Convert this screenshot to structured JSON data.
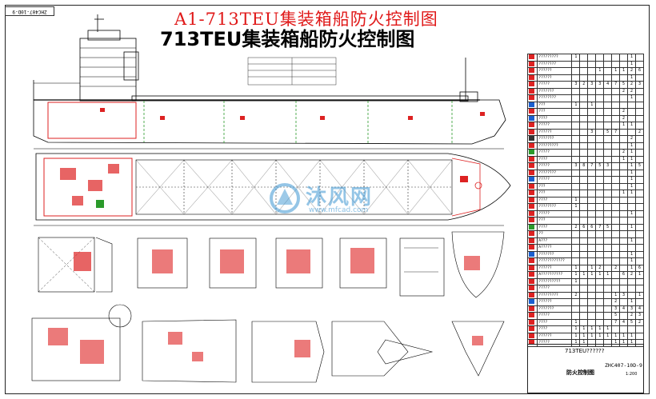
{
  "title_red": "A1-713TEU集装箱船防火控制图",
  "title_black": "713TEU集装箱船防火控制图",
  "stamp_text": "ZHC407-10D-9",
  "watermark": {
    "text": "沐风网",
    "url": "www.mfcad.com"
  },
  "title_block": {
    "project": "713TEU??????",
    "drawing_name": "防火控制图",
    "code": "ZHC407-10D-9",
    "scale": "1:200"
  },
  "legend_rows": [
    {
      "icon": "r",
      "name": "?????????",
      "c": [
        "1",
        "",
        "",
        "",
        "",
        "",
        "",
        "1",
        ""
      ]
    },
    {
      "icon": "r",
      "name": "????????",
      "c": [
        "",
        "",
        "",
        "",
        "",
        "",
        "",
        "1",
        ""
      ]
    },
    {
      "icon": "r",
      "name": "??????",
      "c": [
        "",
        "",
        "",
        "1",
        "",
        "1",
        "1",
        "2",
        "6"
      ]
    },
    {
      "icon": "r",
      "name": "??????",
      "c": [
        "",
        "",
        "",
        "",
        "",
        "",
        "",
        "1",
        ""
      ]
    },
    {
      "icon": "r",
      "name": "?????",
      "c": [
        "3",
        "2",
        "3",
        "3",
        "4",
        "7",
        "5",
        "2",
        "3"
      ]
    },
    {
      "icon": "r",
      "name": "???????",
      "c": [
        "",
        "",
        "",
        "",
        "",
        "",
        "2",
        "2",
        ""
      ]
    },
    {
      "icon": "r",
      "name": "????????",
      "c": [
        "",
        "",
        "",
        "",
        "",
        "",
        "",
        "1",
        ""
      ]
    },
    {
      "icon": "b",
      "name": "???",
      "c": [
        "1",
        "",
        "1",
        "",
        "",
        "",
        "",
        "",
        ""
      ]
    },
    {
      "icon": "r",
      "name": "???",
      "c": [
        "",
        "",
        "",
        "",
        "",
        "",
        "2",
        "",
        ""
      ]
    },
    {
      "icon": "b",
      "name": "????",
      "c": [
        "",
        "",
        "",
        "",
        "",
        "",
        "2",
        "",
        ""
      ]
    },
    {
      "icon": "r",
      "name": "?????",
      "c": [
        "",
        "",
        "",
        "",
        "",
        "",
        "1",
        "1",
        ""
      ]
    },
    {
      "icon": "r",
      "name": "??????",
      "c": [
        "",
        "",
        "3",
        "",
        "5",
        "7",
        "",
        "",
        "2"
      ]
    },
    {
      "icon": "k",
      "name": "???????",
      "c": [
        "",
        "",
        "",
        "",
        "",
        "",
        "",
        "2",
        ""
      ]
    },
    {
      "icon": "r",
      "name": "?????????",
      "c": [
        "",
        "",
        "",
        "",
        "",
        "",
        "",
        "1",
        ""
      ]
    },
    {
      "icon": "g",
      "name": "?????",
      "c": [
        "",
        "",
        "",
        "",
        "",
        "",
        "2",
        "1",
        ""
      ]
    },
    {
      "icon": "r",
      "name": "????",
      "c": [
        "",
        "",
        "",
        "",
        "",
        "",
        "1",
        "1",
        ""
      ]
    },
    {
      "icon": "r",
      "name": "?????",
      "c": [
        "3",
        "8",
        "7",
        "5",
        "3",
        "",
        "",
        "1",
        "5"
      ]
    },
    {
      "icon": "r",
      "name": "????????",
      "c": [
        "",
        "",
        "",
        "",
        "",
        "",
        "",
        "1",
        ""
      ]
    },
    {
      "icon": "b",
      "name": "?????",
      "c": [
        "",
        "",
        "",
        "",
        "",
        "",
        "",
        "1",
        ""
      ]
    },
    {
      "icon": "r",
      "name": "???",
      "c": [
        "",
        "",
        "",
        "",
        "",
        "",
        "",
        "1",
        ""
      ]
    },
    {
      "icon": "r",
      "name": "???",
      "c": [
        "",
        "",
        "",
        "",
        "",
        "",
        "1",
        "1",
        ""
      ]
    },
    {
      "icon": "r",
      "name": "????",
      "c": [
        "1",
        "",
        "",
        "",
        "",
        "",
        "",
        "",
        ""
      ]
    },
    {
      "icon": "r",
      "name": "????????",
      "c": [
        "1",
        "",
        "",
        "",
        "",
        "",
        "",
        "",
        ""
      ]
    },
    {
      "icon": "r",
      "name": "?????",
      "c": [
        "",
        "",
        "",
        "",
        "",
        "",
        "",
        "1",
        ""
      ]
    },
    {
      "icon": "r",
      "name": "???",
      "c": [
        "",
        "",
        "",
        "",
        "",
        "",
        "",
        "",
        ""
      ]
    },
    {
      "icon": "g",
      "name": "????",
      "c": [
        "2",
        "6",
        "6",
        "7",
        "5",
        "",
        "",
        "1",
        ""
      ]
    },
    {
      "icon": "r",
      "name": "??",
      "c": [
        "",
        "",
        "",
        "",
        "",
        "",
        "",
        "",
        ""
      ]
    },
    {
      "icon": "r",
      "name": "A???",
      "c": [
        "",
        "",
        "",
        "",
        "",
        "",
        "",
        "1",
        ""
      ]
    },
    {
      "icon": "r",
      "name": "A?????",
      "c": [
        "",
        "",
        "",
        "",
        "",
        "",
        "",
        "",
        ""
      ]
    },
    {
      "icon": "b",
      "name": "???????",
      "c": [
        "",
        "",
        "",
        "",
        "",
        "",
        "",
        "1",
        ""
      ]
    },
    {
      "icon": "r",
      "name": "????????????",
      "c": [
        "",
        "",
        "",
        "",
        "",
        "",
        "",
        "1",
        ""
      ]
    },
    {
      "icon": "r",
      "name": "??????",
      "c": [
        "1",
        "",
        "1",
        "2",
        "",
        "2",
        "",
        "1",
        "6"
      ]
    },
    {
      "icon": "r",
      "name": "A??????????",
      "c": [
        "1",
        "1",
        "1",
        "1",
        "1",
        "",
        "6",
        "2",
        "1"
      ]
    },
    {
      "icon": "r",
      "name": "??????????",
      "c": [
        "1",
        "",
        "",
        "",
        "",
        "",
        "",
        "",
        ""
      ]
    },
    {
      "icon": "r",
      "name": "?????",
      "c": [
        "",
        "",
        "",
        "",
        "",
        "",
        "",
        "",
        ""
      ]
    },
    {
      "icon": "r",
      "name": "?????????",
      "c": [
        "2",
        "",
        "",
        "",
        "",
        "1",
        "3",
        "",
        "1"
      ]
    },
    {
      "icon": "b",
      "name": "??????",
      "c": [
        "",
        "",
        "",
        "",
        "",
        "2",
        "",
        "1",
        ""
      ]
    },
    {
      "icon": "r",
      "name": "???????",
      "c": [
        "",
        "",
        "",
        "",
        "",
        "3",
        "4",
        "3",
        "4"
      ]
    },
    {
      "icon": "r",
      "name": "?????",
      "c": [
        "",
        "",
        "",
        "",
        "",
        "5",
        "",
        "2",
        "3"
      ]
    },
    {
      "icon": "r",
      "name": "????",
      "c": [
        "1",
        "",
        "",
        "",
        "",
        "7",
        "4",
        "5",
        "2"
      ]
    },
    {
      "icon": "r",
      "name": "????",
      "c": [
        "1",
        "1",
        "1",
        "1",
        "1",
        "",
        "",
        "",
        ""
      ]
    },
    {
      "icon": "r",
      "name": "??????",
      "c": [
        "1",
        "1",
        "1",
        "1",
        "1",
        "1",
        "1",
        "1",
        ""
      ]
    },
    {
      "icon": "r",
      "name": "?????",
      "c": [
        "1",
        "1",
        "",
        "",
        "",
        "1",
        "1",
        "1",
        ""
      ]
    }
  ]
}
